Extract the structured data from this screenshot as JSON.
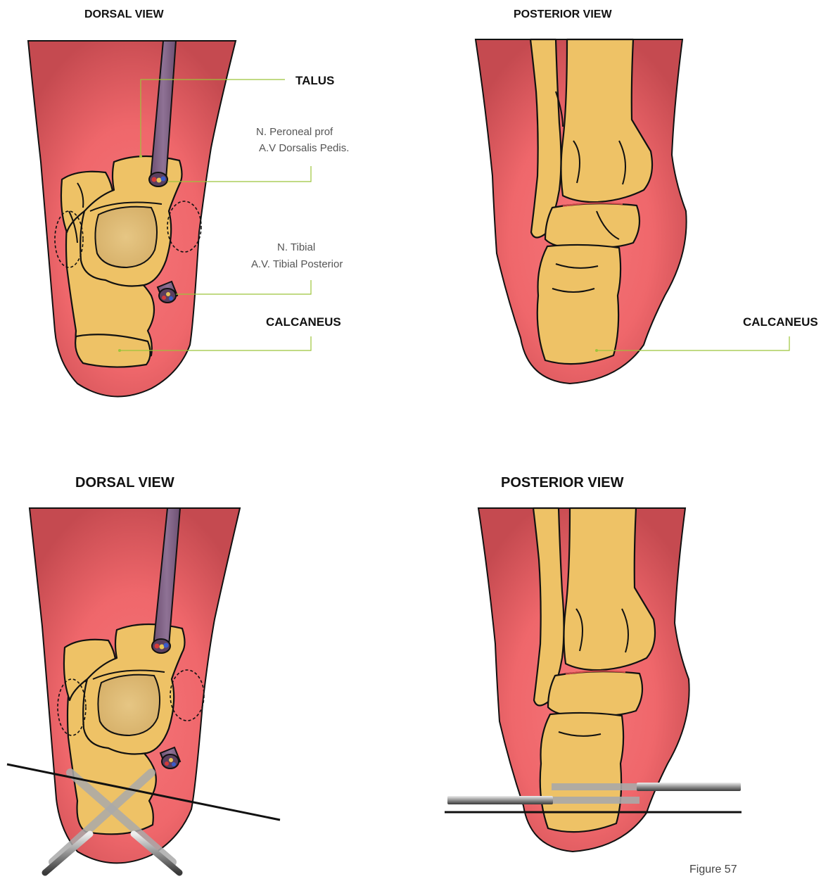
{
  "panels": {
    "top_left_title": "DORSAL VIEW",
    "top_right_title": "POSTERIOR VIEW",
    "bottom_left_title": "DORSAL VIEW",
    "bottom_right_title": "POSTERIOR VIEW"
  },
  "labels": {
    "talus": "TALUS",
    "peroneal_line1": "N. Peroneal prof",
    "peroneal_line2": "A.V Dorsalis Pedis.",
    "tibial_line1": "N. Tibial",
    "tibial_line2": "A.V. Tibial Posterior",
    "calcaneus_left": "CALCANEUS",
    "calcaneus_right": "CALCANEUS"
  },
  "figure_caption": "Figure 57",
  "colors": {
    "skin_dark": "#c94a50",
    "skin_light": "#f06a6e",
    "bone": "#eec266",
    "talus_center": "#e2bf76",
    "nerve_tube": "#7d5f82",
    "leader": "#9cc43a",
    "wire": "#a0a0a0"
  }
}
